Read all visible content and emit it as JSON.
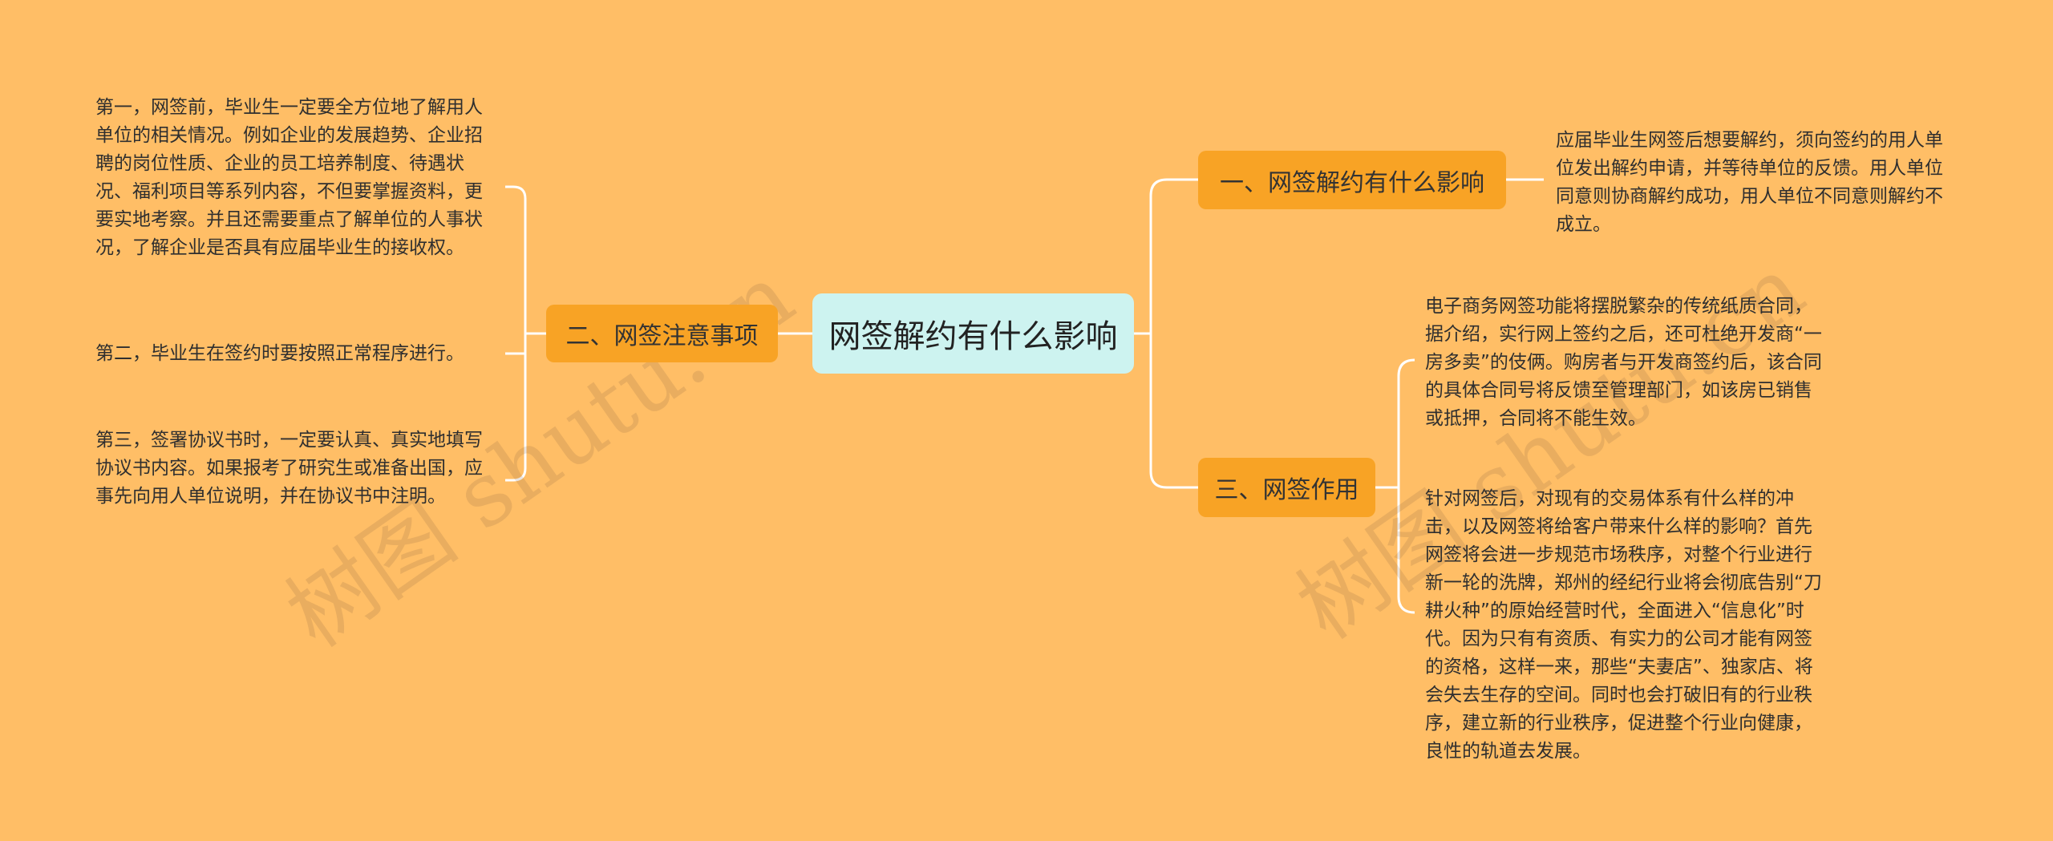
{
  "root": {
    "label": "网签解约有什么影响"
  },
  "branches": [
    {
      "label": "一、网签解约有什么影响",
      "notes": [
        "应届毕业生网签后想要解约，须向签约的用人单位发出解约申请，并等待单位的反馈。用人单位同意则协商解约成功，用人单位不同意则解约不成立。"
      ]
    },
    {
      "label": "二、网签注意事项",
      "notes": [
        "第一，网签前，毕业生一定要全方位地了解用人单位的相关情况。例如企业的发展趋势、企业招聘的岗位性质、企业的员工培养制度、待遇状况、福利项目等系列内容，不但要掌握资料，更要实地考察。并且还需要重点了解单位的人事状况，了解企业是否具有应届毕业生的接收权。",
        "第二，毕业生在签约时要按照正常程序进行。",
        "第三，签署协议书时，一定要认真、真实地填写协议书内容。如果报考了研究生或准备出国，应事先向用人单位说明，并在协议书中注明。"
      ]
    },
    {
      "label": "三、网签作用",
      "notes": [
        "电子商务网签功能将摆脱繁杂的传统纸质合同，据介绍，实行网上签约之后，还可杜绝开发商“一房多卖”的伎俩。购房者与开发商签约后，该合同的具体合同号将反馈至管理部门，如该房已销售或抵押，合同将不能生效。",
        "针对网签后，对现有的交易体系有什么样的冲击，以及网签将给客户带来什么样的影响？首先网签将会进一步规范市场秩序，对整个行业进行新一轮的洗牌，郑州的经纪行业将会彻底告别“刀耕火种”的原始经营时代，全面进入“信息化”时代。因为只有有资质、有实力的公司才能有网签的资格，这样一来，那些“夫妻店”、独家店、将会失去生存的空间。同时也会打破旧有的行业秩序，建立新的行业秩序，促进整个行业向健康，良性的轨道去发展。"
      ]
    }
  ],
  "watermark": "树图 shutu.cn",
  "colors": {
    "background": "#ffbe66",
    "root": "#cdf3f0",
    "branch": "#f8a325",
    "line": "#ffffff"
  }
}
